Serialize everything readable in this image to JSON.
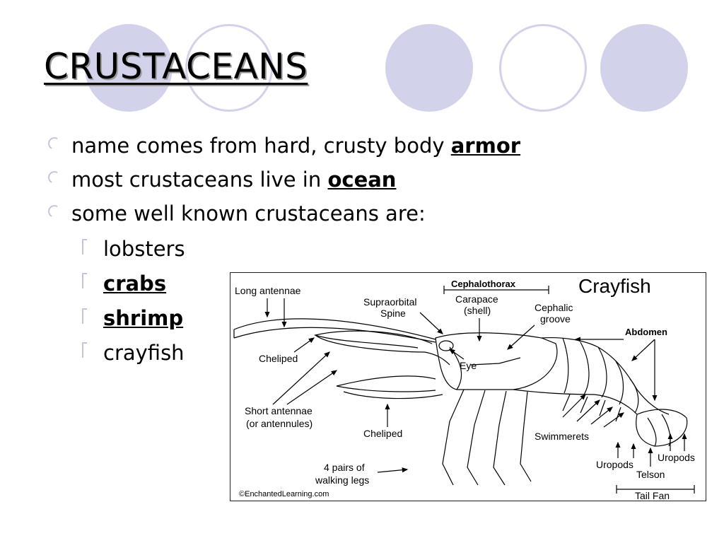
{
  "slide": {
    "title": "CRUSTACEANS",
    "bullets": [
      {
        "text": "name comes from hard, crusty body ",
        "emphasis": "armor"
      },
      {
        "text": "most crustaceans live in ",
        "emphasis": "ocean"
      },
      {
        "text": "some well known crustaceans are:",
        "emphasis": ""
      }
    ],
    "sub_bullets": [
      {
        "text": "lobsters",
        "emphasis": false
      },
      {
        "text": "crabs",
        "emphasis": true
      },
      {
        "text": "shrimp",
        "emphasis": true
      },
      {
        "text": "crayfish",
        "emphasis": false
      }
    ]
  },
  "diagram": {
    "title": "Crayfish",
    "labels": {
      "long_antennae": "Long antennae",
      "cephalothorax": "Cephalothorax",
      "supraorbital_1": "Supraorbital",
      "supraorbital_2": "Spine",
      "carapace_1": "Carapace",
      "carapace_2": "(shell)",
      "cephalic_1": "Cephalic",
      "cephalic_2": "groove",
      "abdomen": "Abdomen",
      "cheliped_top": "Cheliped",
      "eye": "Eye",
      "short_antennae_1": "Short antennae",
      "short_antennae_2": "(or antennules)",
      "cheliped_bottom": "Cheliped",
      "swimmerets": "Swimmerets",
      "uropods_right": "Uropods",
      "uropods_left": "Uropods",
      "telson": "Telson",
      "walking_legs_1": "4 pairs of",
      "walking_legs_2": "walking legs",
      "tail_fan": "Tail Fan",
      "credit": "©EnchantedLearning.com"
    }
  },
  "colors": {
    "decoration": "#d2d2eb",
    "bullet_mark": "#c4c4de"
  }
}
